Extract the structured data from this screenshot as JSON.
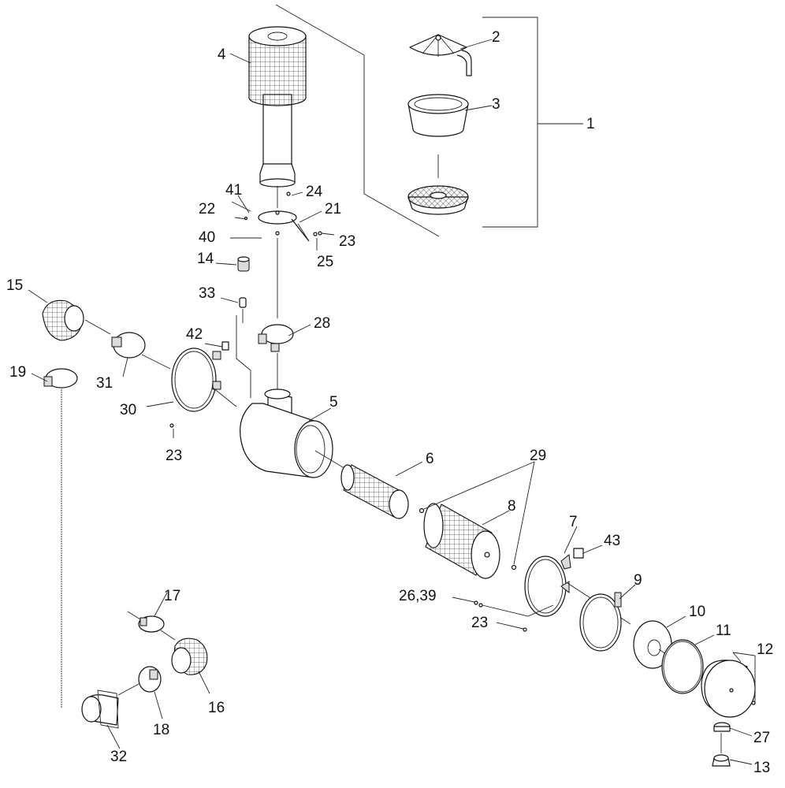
{
  "callouts": [
    {
      "id": "1",
      "text": "1"
    },
    {
      "id": "2",
      "text": "2"
    },
    {
      "id": "3",
      "text": "3"
    },
    {
      "id": "4",
      "text": "4"
    },
    {
      "id": "5",
      "text": "5"
    },
    {
      "id": "6",
      "text": "6"
    },
    {
      "id": "7",
      "text": "7"
    },
    {
      "id": "8",
      "text": "8"
    },
    {
      "id": "9",
      "text": "9"
    },
    {
      "id": "10",
      "text": "10"
    },
    {
      "id": "11",
      "text": "11"
    },
    {
      "id": "12",
      "text": "12"
    },
    {
      "id": "13",
      "text": "13"
    },
    {
      "id": "14",
      "text": "14"
    },
    {
      "id": "15",
      "text": "15"
    },
    {
      "id": "16",
      "text": "16"
    },
    {
      "id": "17",
      "text": "17"
    },
    {
      "id": "18",
      "text": "18"
    },
    {
      "id": "19",
      "text": "19"
    },
    {
      "id": "21",
      "text": "21"
    },
    {
      "id": "22",
      "text": "22"
    },
    {
      "id": "23a",
      "text": "23"
    },
    {
      "id": "23b",
      "text": "23"
    },
    {
      "id": "23c",
      "text": "23"
    },
    {
      "id": "24",
      "text": "24"
    },
    {
      "id": "25",
      "text": "25"
    },
    {
      "id": "26_39",
      "text": "26,39"
    },
    {
      "id": "27",
      "text": "27"
    },
    {
      "id": "28",
      "text": "28"
    },
    {
      "id": "29",
      "text": "29"
    },
    {
      "id": "30",
      "text": "30"
    },
    {
      "id": "31",
      "text": "31"
    },
    {
      "id": "32",
      "text": "32"
    },
    {
      "id": "33",
      "text": "33"
    },
    {
      "id": "40",
      "text": "40"
    },
    {
      "id": "41",
      "text": "41"
    },
    {
      "id": "42",
      "text": "42"
    },
    {
      "id": "43",
      "text": "43"
    }
  ]
}
